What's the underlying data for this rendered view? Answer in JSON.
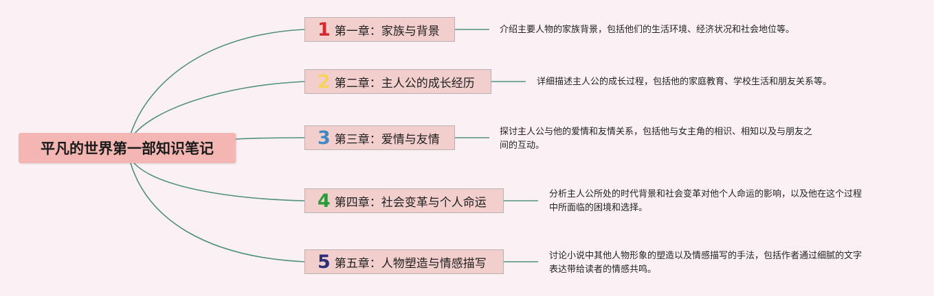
{
  "root": {
    "title": "平凡的世界第一部知识笔记"
  },
  "colors": {
    "background": "#fbf1f4",
    "root_fill": "#f3b6b3",
    "chapter_fill": "#f2cfcd",
    "connector": "#4f8f7d"
  },
  "chapters": [
    {
      "number": "1",
      "number_color": "#d7262c",
      "title": "第一章：家族与背景",
      "description": [
        "介绍主要人物的家族背景，包括他们的生活环境、经济状况和社会地位等。"
      ]
    },
    {
      "number": "2",
      "number_color": "#f6d35b",
      "title": "第二章：主人公的成长经历",
      "description": [
        "详细描述主人公的成长过程，包括他的家庭教育、学校生活和朋友关系等。"
      ]
    },
    {
      "number": "3",
      "number_color": "#3d8ac7",
      "title": "第三章：爱情与友情",
      "description": [
        "探讨主人公与他的爱情和友情关系，包括他与女主角的相识、相知以及与朋友之",
        "间的互动。"
      ]
    },
    {
      "number": "4",
      "number_color": "#2a9a3a",
      "title": "第四章：社会变革与个人命运",
      "description": [
        "分析主人公所处的时代背景和社会变革对他个人命运的影响，以及他在这个过程",
        "中所面临的困境和选择。"
      ]
    },
    {
      "number": "5",
      "number_color": "#2b2f78",
      "title": "第五章：人物塑造与情感描写",
      "description": [
        "讨论小说中其他人物形象的塑造以及情感描写的手法，包括作者通过细腻的文字",
        "表达带给读者的情感共鸣。"
      ]
    }
  ]
}
